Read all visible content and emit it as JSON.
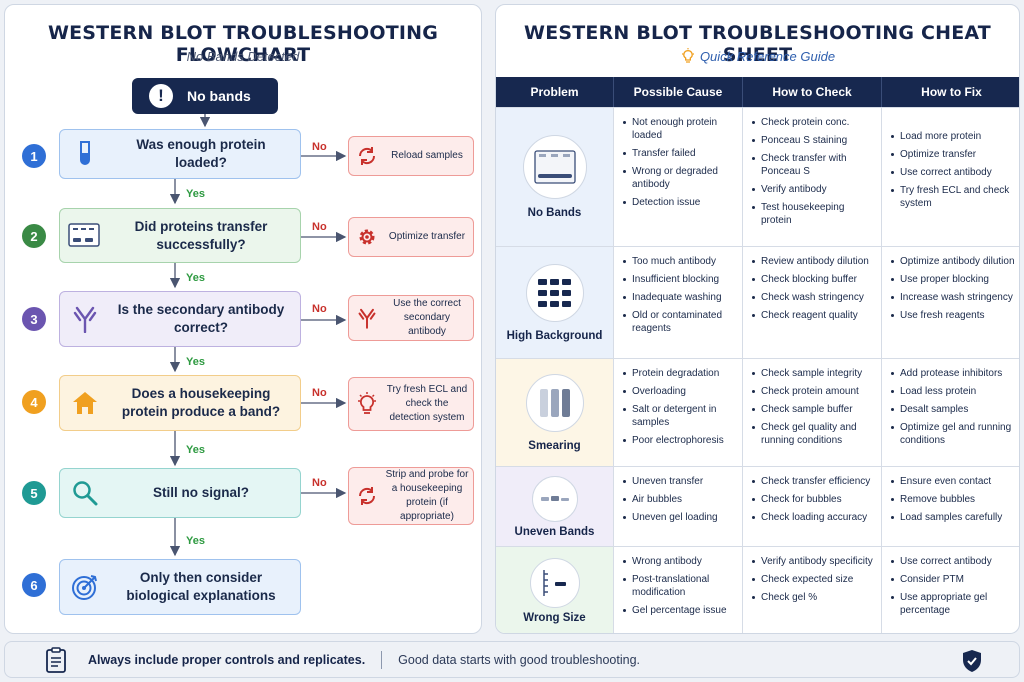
{
  "flowchart": {
    "title": "WESTERN BLOT TROUBLESHOOTING FLOWCHART",
    "subtitle": "No Bands Detected",
    "start": "No bands",
    "no_label": "No",
    "yes_label": "Yes",
    "steps": [
      {
        "num": "1",
        "text": "Was enough protein loaded?",
        "fix": "Reload samples",
        "color": "#2f6fd6"
      },
      {
        "num": "2",
        "text": "Did proteins transfer successfully?",
        "fix": "Optimize transfer",
        "color": "#3a8a45"
      },
      {
        "num": "3",
        "text": "Is the secondary antibody correct?",
        "fix": "Use the correct secondary antibody",
        "color": "#6b55b0"
      },
      {
        "num": "4",
        "text": "Does a housekeeping protein produce a band?",
        "fix": "Try fresh ECL and check the detection system",
        "color": "#f0a020"
      },
      {
        "num": "5",
        "text": "Still no signal?",
        "fix": "Strip and probe for a housekeeping protein (if appropriate)",
        "color": "#1f9a94"
      },
      {
        "num": "6",
        "text": "Only then consider biological explanations",
        "color": "#2f6fd6"
      }
    ]
  },
  "cheatsheet": {
    "title": "WESTERN BLOT TROUBLESHOOTING CHEAT SHEET",
    "subtitle": "Quick Reference Guide",
    "headers": [
      "Problem",
      "Possible Cause",
      "How to Check",
      "How to Fix"
    ],
    "rows": [
      {
        "problem": "No Bands",
        "cause": [
          "Not enough protein loaded",
          "Transfer failed",
          "Wrong or degraded antibody",
          "Detection issue"
        ],
        "check": [
          "Check protein conc.",
          "Ponceau S staining",
          "Check transfer with Ponceau S",
          "Verify antibody",
          "Test housekeeping protein"
        ],
        "fix": [
          "Load more protein",
          "Optimize transfer",
          "Use correct antibody",
          "Try fresh ECL and check system"
        ]
      },
      {
        "problem": "High Background",
        "cause": [
          "Too much antibody",
          "Insufficient blocking",
          "Inadequate washing",
          "Old or contaminated reagents"
        ],
        "check": [
          "Review antibody dilution",
          "Check blocking buffer",
          "Check wash stringency",
          "Check reagent quality"
        ],
        "fix": [
          "Optimize antibody dilution",
          "Use proper blocking",
          "Increase wash stringency",
          "Use fresh reagents"
        ]
      },
      {
        "problem": "Smearing",
        "cause": [
          "Protein degradation",
          "Overloading",
          "Salt or detergent in samples",
          "Poor electrophoresis"
        ],
        "check": [
          "Check sample integrity",
          "Check protein amount",
          "Check sample buffer",
          "Check gel quality and running conditions"
        ],
        "fix": [
          "Add protease inhibitors",
          "Load less protein",
          "Desalt samples",
          "Optimize gel and running conditions"
        ]
      },
      {
        "problem": "Uneven Bands",
        "cause": [
          "Uneven transfer",
          "Air bubbles",
          "Uneven gel loading"
        ],
        "check": [
          "Check transfer efficiency",
          "Check for bubbles",
          "Check loading accuracy"
        ],
        "fix": [
          "Ensure even contact",
          "Remove bubbles",
          "Load samples carefully"
        ]
      },
      {
        "problem": "Wrong Size",
        "cause": [
          "Wrong antibody",
          "Post-translational modification",
          "Gel percentage issue"
        ],
        "check": [
          "Verify antibody specificity",
          "Check expected size",
          "Check gel %"
        ],
        "fix": [
          "Use correct antibody",
          "Consider PTM",
          "Use appropriate gel percentage"
        ]
      }
    ]
  },
  "footer": {
    "left": "Always include proper controls and replicates.",
    "right": "Good data starts with good troubleshooting."
  },
  "colors": {
    "navy": "#17284f",
    "no": "#c8312c",
    "yes": "#2e9a41"
  }
}
